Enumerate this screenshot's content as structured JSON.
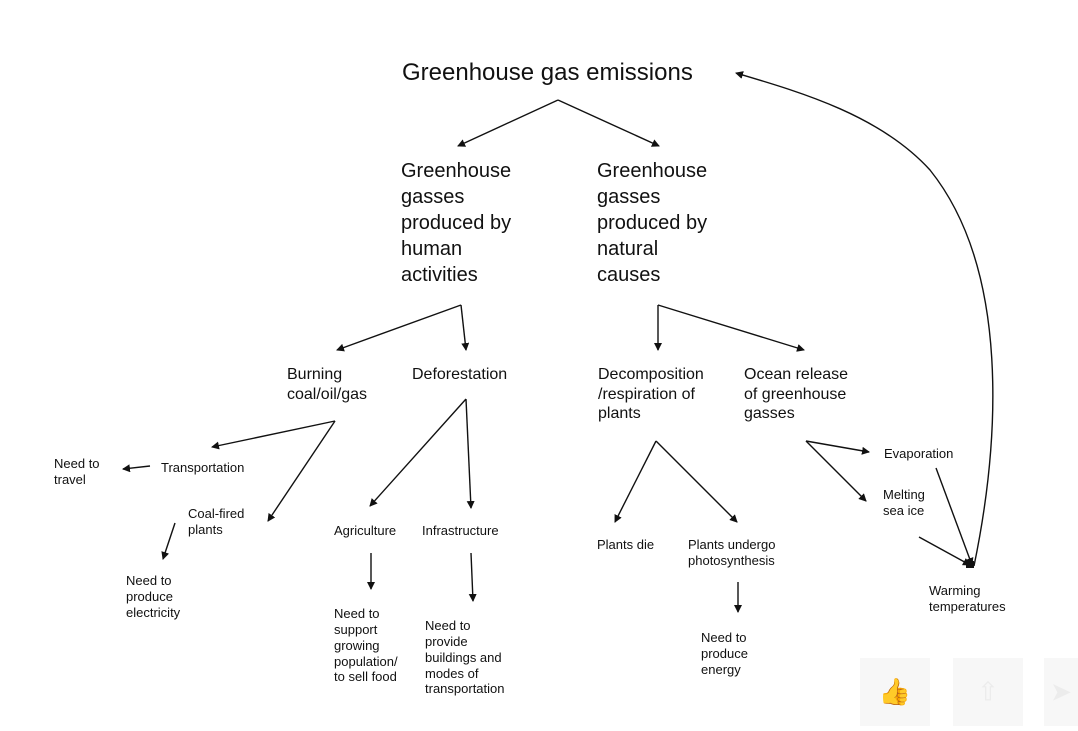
{
  "diagram": {
    "root": "Greenhouse gas emissions",
    "human": "Greenhouse\ngasses\nproduced by\nhuman\nactivities",
    "natural": "Greenhouse\ngasses\nproduced by\nnatural\ncauses",
    "burning": "Burning\ncoal/oil/gas",
    "deforestation": "Deforestation",
    "decomposition": "Decomposition\n/respiration of\nplants",
    "ocean": "Ocean release\nof greenhouse\ngasses",
    "transportation": "Transportation",
    "need_travel": "Need to\ntravel",
    "coal_plants": "Coal-fired\nplants",
    "need_electricity": "Need to\nproduce\nelectricity",
    "agriculture": "Agriculture",
    "infrastructure": "Infrastructure",
    "need_food": "Need to\nsupport\ngrowing\npopulation/\nto sell food",
    "need_buildings": "Need to\nprovide\nbuildings and\nmodes of\ntransportation",
    "plants_die": "Plants die",
    "photosynthesis": "Plants undergo\nphotosynthesis",
    "need_energy": "Need to\nproduce\nenergy",
    "evaporation": "Evaporation",
    "melting": "Melting\nsea ice",
    "warming": "Warming\ntemperatures"
  },
  "colors": {
    "text": "#111111",
    "arrows": "#111111",
    "background": "#ffffff"
  },
  "overlay_icons": [
    "thumbs-up-icon",
    "upload-icon",
    "share-icon"
  ]
}
